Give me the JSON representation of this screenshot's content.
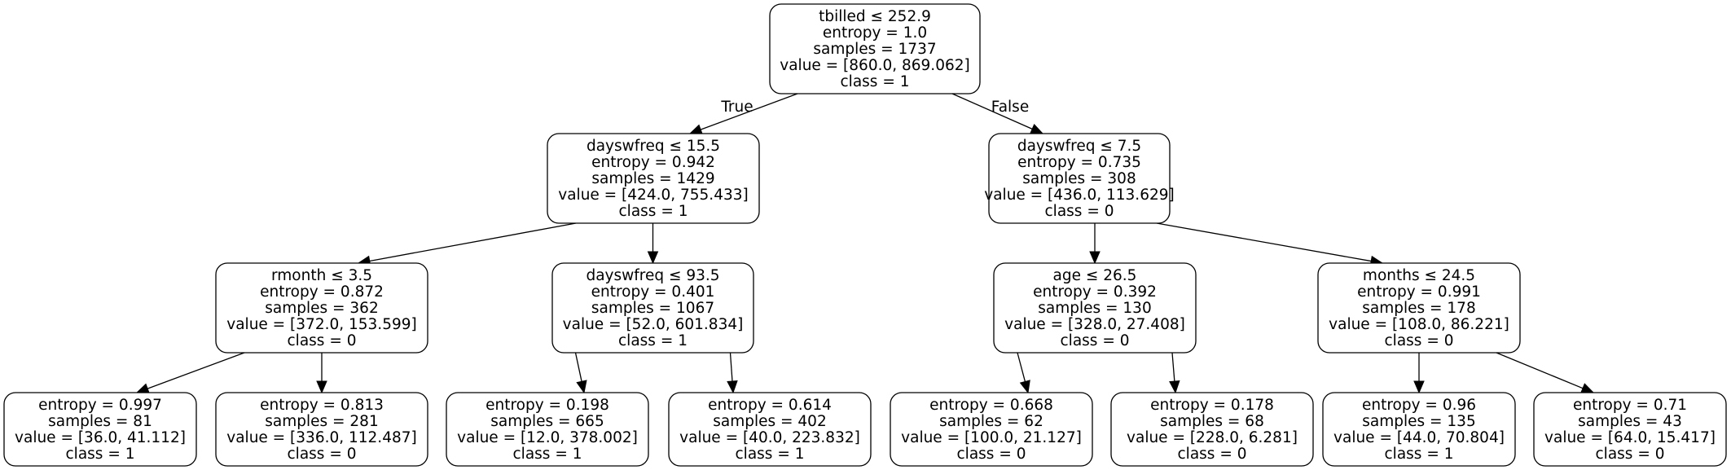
{
  "edge_labels": {
    "true_label": "True",
    "false_label": "False"
  },
  "nodes": [
    {
      "id": "root",
      "lines": [
        "tbilled ≤ 252.9",
        "entropy = 1.0",
        "samples = 1737",
        "value = [860.0, 869.062]",
        "class = 1"
      ]
    },
    {
      "id": "n1",
      "lines": [
        "dayswfreq ≤ 15.5",
        "entropy = 0.942",
        "samples = 1429",
        "value = [424.0, 755.433]",
        "class = 1"
      ]
    },
    {
      "id": "n2",
      "lines": [
        "dayswfreq ≤ 7.5",
        "entropy = 0.735",
        "samples = 308",
        "value = [436.0, 113.629]",
        "class = 0"
      ]
    },
    {
      "id": "n3",
      "lines": [
        "rmonth ≤ 3.5",
        "entropy = 0.872",
        "samples = 362",
        "value = [372.0, 153.599]",
        "class = 0"
      ]
    },
    {
      "id": "n4",
      "lines": [
        "dayswfreq ≤ 93.5",
        "entropy = 0.401",
        "samples = 1067",
        "value = [52.0, 601.834]",
        "class = 1"
      ]
    },
    {
      "id": "n5",
      "lines": [
        "age ≤ 26.5",
        "entropy = 0.392",
        "samples = 130",
        "value = [328.0, 27.408]",
        "class = 0"
      ]
    },
    {
      "id": "n6",
      "lines": [
        "months ≤ 24.5",
        "entropy = 0.991",
        "samples = 178",
        "value = [108.0, 86.221]",
        "class = 0"
      ]
    },
    {
      "id": "l1",
      "lines": [
        "entropy = 0.997",
        "samples = 81",
        "value = [36.0, 41.112]",
        "class = 1"
      ]
    },
    {
      "id": "l2",
      "lines": [
        "entropy = 0.813",
        "samples = 281",
        "value = [336.0, 112.487]",
        "class = 0"
      ]
    },
    {
      "id": "l3",
      "lines": [
        "entropy = 0.198",
        "samples = 665",
        "value = [12.0, 378.002]",
        "class = 1"
      ]
    },
    {
      "id": "l4",
      "lines": [
        "entropy = 0.614",
        "samples = 402",
        "value = [40.0, 223.832]",
        "class = 1"
      ]
    },
    {
      "id": "l5",
      "lines": [
        "entropy = 0.668",
        "samples = 62",
        "value = [100.0, 21.127]",
        "class = 0"
      ]
    },
    {
      "id": "l6",
      "lines": [
        "entropy = 0.178",
        "samples = 68",
        "value = [228.0, 6.281]",
        "class = 0"
      ]
    },
    {
      "id": "l7",
      "lines": [
        "entropy = 0.96",
        "samples = 135",
        "value = [44.0, 70.804]",
        "class = 1"
      ]
    },
    {
      "id": "l8",
      "lines": [
        "entropy = 0.71",
        "samples = 43",
        "value = [64.0, 15.417]",
        "class = 0"
      ]
    }
  ],
  "edges": [
    {
      "from": "root",
      "to": "n1",
      "label": "true_label"
    },
    {
      "from": "root",
      "to": "n2",
      "label": "false_label"
    },
    {
      "from": "n1",
      "to": "n3"
    },
    {
      "from": "n1",
      "to": "n4"
    },
    {
      "from": "n2",
      "to": "n5"
    },
    {
      "from": "n2",
      "to": "n6"
    },
    {
      "from": "n3",
      "to": "l1"
    },
    {
      "from": "n3",
      "to": "l2"
    },
    {
      "from": "n4",
      "to": "l3"
    },
    {
      "from": "n4",
      "to": "l4"
    },
    {
      "from": "n5",
      "to": "l5"
    },
    {
      "from": "n5",
      "to": "l6"
    },
    {
      "from": "n6",
      "to": "l7"
    },
    {
      "from": "n6",
      "to": "l8"
    }
  ]
}
